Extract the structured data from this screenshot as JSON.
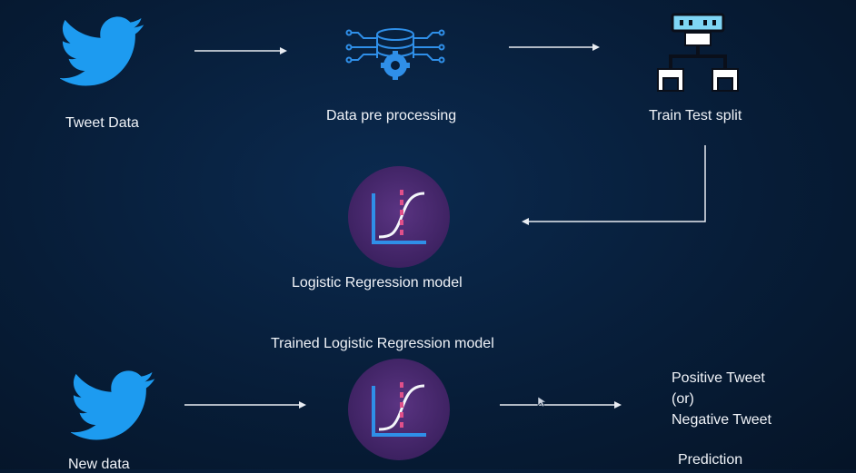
{
  "nodes": {
    "tweet_data": "Tweet Data",
    "preprocessing": "Data pre processing",
    "split": "Train Test split",
    "lr_model": "Logistic Regression model",
    "trained_model": "Trained Logistic Regression model",
    "new_data": "New data",
    "output_positive": "Positive Tweet",
    "output_or": "(or)",
    "output_negative": "Negative Tweet",
    "prediction": "Prediction"
  },
  "icons": {
    "twitter": "twitter-bird-icon",
    "database": "database-gear-icon",
    "split": "split-tree-icon",
    "logistic": "logistic-curve-icon"
  },
  "colors": {
    "twitter_blue": "#1d9bf0",
    "model_circle": "#4a2a6e",
    "curve_blue": "#2f8fe8",
    "dash_pink": "#e0508a"
  }
}
